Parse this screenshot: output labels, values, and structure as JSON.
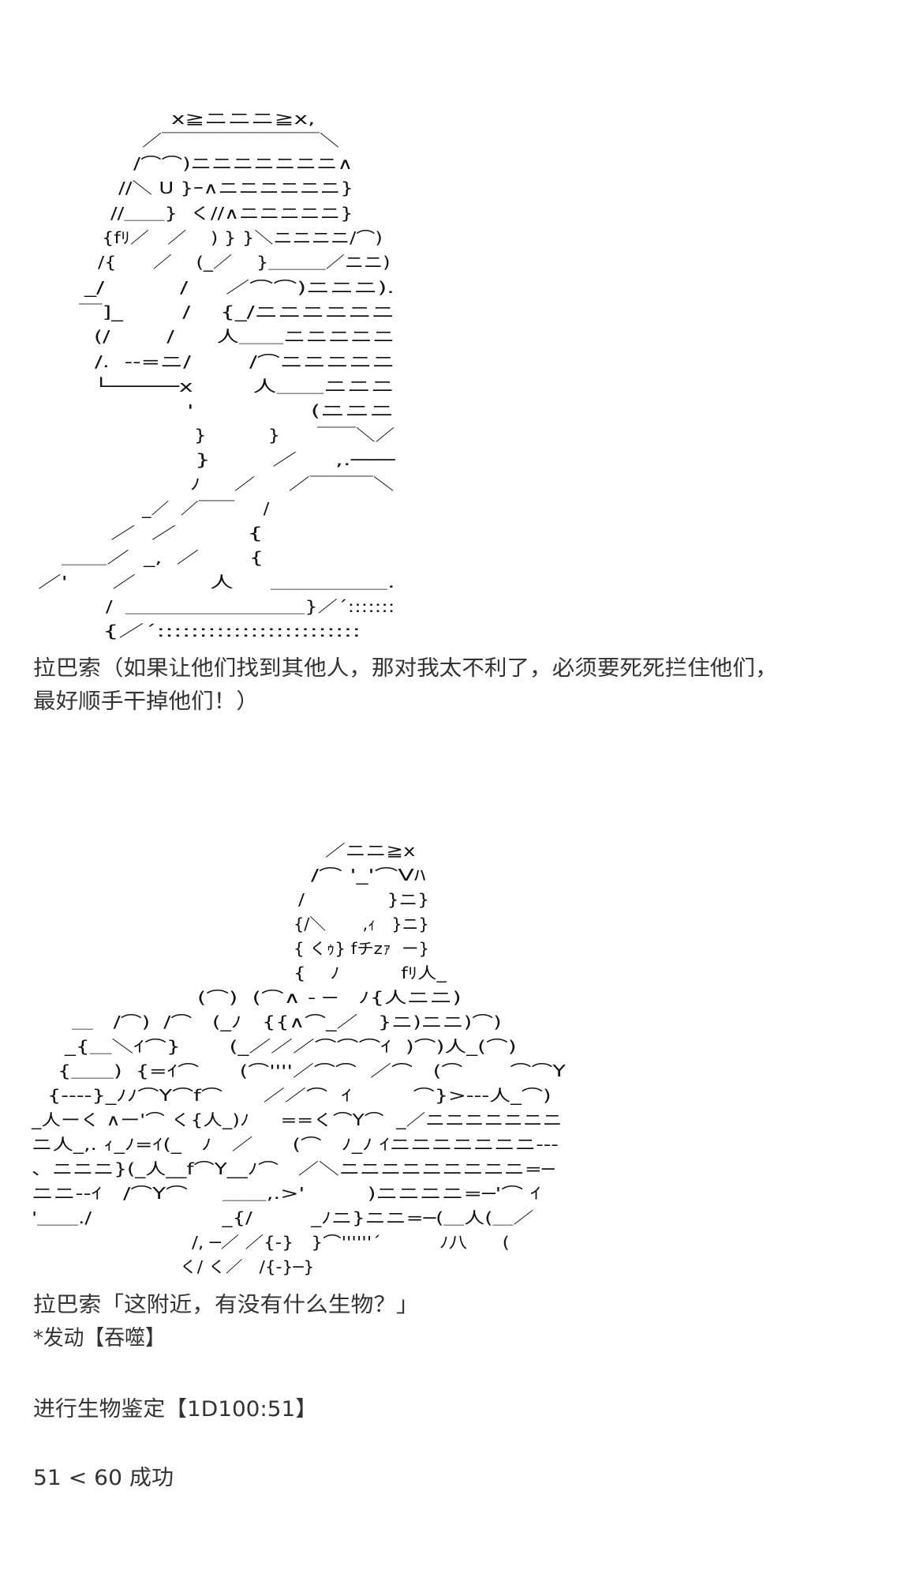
{
  "colors": {
    "background": "#ffffff",
    "text": "#333333",
    "ascii_art": "#111111"
  },
  "panel_1": {
    "ascii_art_lines": [
      "x≧ニニニ≧x,",
      "／￣￣￣￣￣￣￣￣＼",
      "/⌒⌒)ニニニニニニニ∧",
      "//＼ U }ｰ∧ニニニニニニ}",
      "//＿＿}  く//∧ニニニニニ}",
      "{fﾘ／   ／    ) } }＼ニニニニ/⌒)",
      "/{      ／    (_／    }＿＿＿／ニニ)",
      "_/          /     ／⌒⌒)ニニニ).",
      "￣]_        /    {_/ニニニニニニ",
      "(/        /      人＿＿ニニニニニ",
      "/.  --=ニ/        /⌒ニニニニニ",
      "└─────x        人＿＿ニニニ",
      "'               (ニニニ",
      "}          }      ￣￣＼／",
      "}        ／     ,.───",
      "ﾉ     ／     ／￣￣￣＼",
      "_／  ／￣￣     /",
      "／  ／         {",
      "＿＿／  _,  ／       {",
      "／'      ／          人     ＿＿＿＿＿.",
      "/  ＿＿＿＿＿＿＿＿＿}／´:::::::",
      "{／´::::::::::::::::::::::::"
    ],
    "dialogue": [
      "拉巴索（如果让他们找到其他人，那对我太不利了，必须要死死拦住他们，",
      "最好顺手干掉他们！）"
    ]
  },
  "panel_2": {
    "ascii_art_lines": [
      "／ニニ≧x",
      "/⌒ '_'⌒Vﾊ",
      "/              }ニ}",
      "{/＼       ,ｨ   }ニ}",
      "{ くｩ} fチzｧ  ー}",
      "{    ﾉ          fﾘ人_",
      "(⌒)  (⌒∧ ‐ ─   ﾉ{人ニニ)",
      "＿   /⌒)  /⌒   (_ﾉ   {{∧⌒_／   }ニ)ニニ)⌒)",
      "_{＿＼ｲ⌒}       (_／／／⌒⌒⌒ｲ  )⌒)人_(⌒)",
      "{＿＿)  {=ｲ⌒      (⌒''''／⌒⌒  ／⌒   (⌒       ⌒⌒Y",
      "{----}_ﾉﾉ⌒Y⌒f⌒      ／／⌒  ｲ         ⌒}>---人_⌒)",
      "_人ーく ∧ー'⌒ く{人_)ﾉ     ==く⌒Y⌒  _／ニニニニニニニ",
      "ニ人_,. ｨ_ﾉ=ｲ(_   ﾉ   ／      (⌒   ﾉ_ﾉ ｲニニニニニニニ---",
      "、ニニニ}(_人__f⌒Y__ﾉ⌒   ／＼ニニニニニニニニニ=─",
      "ニニ--ｲ   /⌒Y⌒     ＿＿,.>'         )ニニニニ=─'⌒ ｲ",
      "'＿＿./                    _{/         _ﾉニ}ニニ=─(＿人(＿／",
      "/, ─／ ／{-}   }⌒''''''´          ﾉ八      (",
      "く/ く／   /{-}─}"
    ],
    "dialogue": [
      "拉巴索「这附近，有没有什么生物？」",
      "*发动【吞噬】",
      "进行生物鉴定【1D100:51】",
      "51 < 60 成功"
    ]
  }
}
